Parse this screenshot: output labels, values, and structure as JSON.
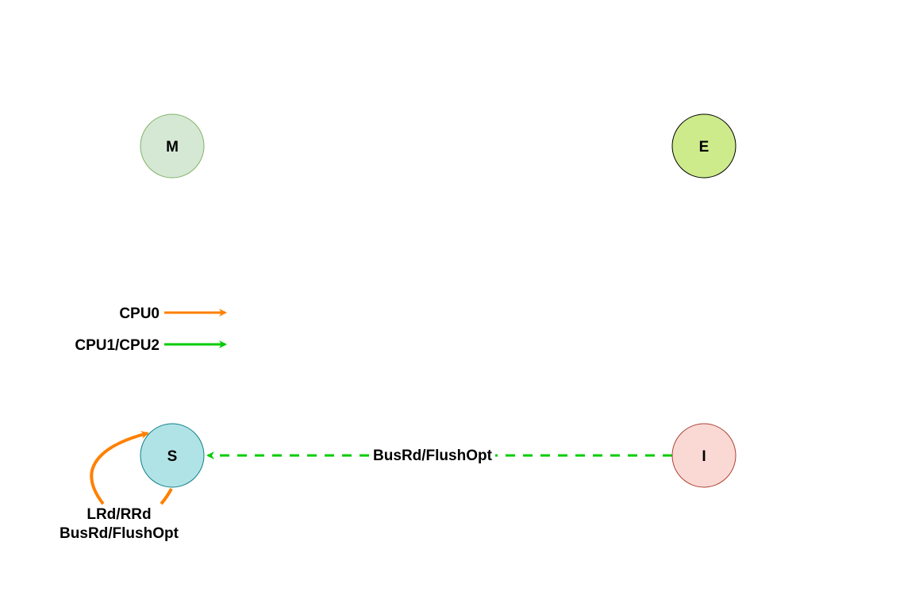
{
  "states": {
    "M": {
      "label": "M",
      "fill": "#d5e8d4",
      "stroke": "#82b366"
    },
    "E": {
      "label": "E",
      "fill": "#cdeb8b",
      "stroke": "#000000"
    },
    "S": {
      "label": "S",
      "fill": "#b0e3e6",
      "stroke": "#0e8088"
    },
    "I": {
      "label": "I",
      "fill": "#fad9d5",
      "stroke": "#ae4132"
    }
  },
  "legend": [
    {
      "label": "CPU0",
      "color": "#ff8000"
    },
    {
      "label": "CPU1/CPU2",
      "color": "#00cc00"
    }
  ],
  "transitions": {
    "i_to_s": {
      "label": "BusRd/FlushOpt",
      "color": "#00cc00",
      "style": "dashed"
    },
    "s_self_loop": {
      "label_line1": "LRd/RRd",
      "label_line2": "BusRd/FlushOpt",
      "color": "#ff8000",
      "style": "solid"
    }
  }
}
